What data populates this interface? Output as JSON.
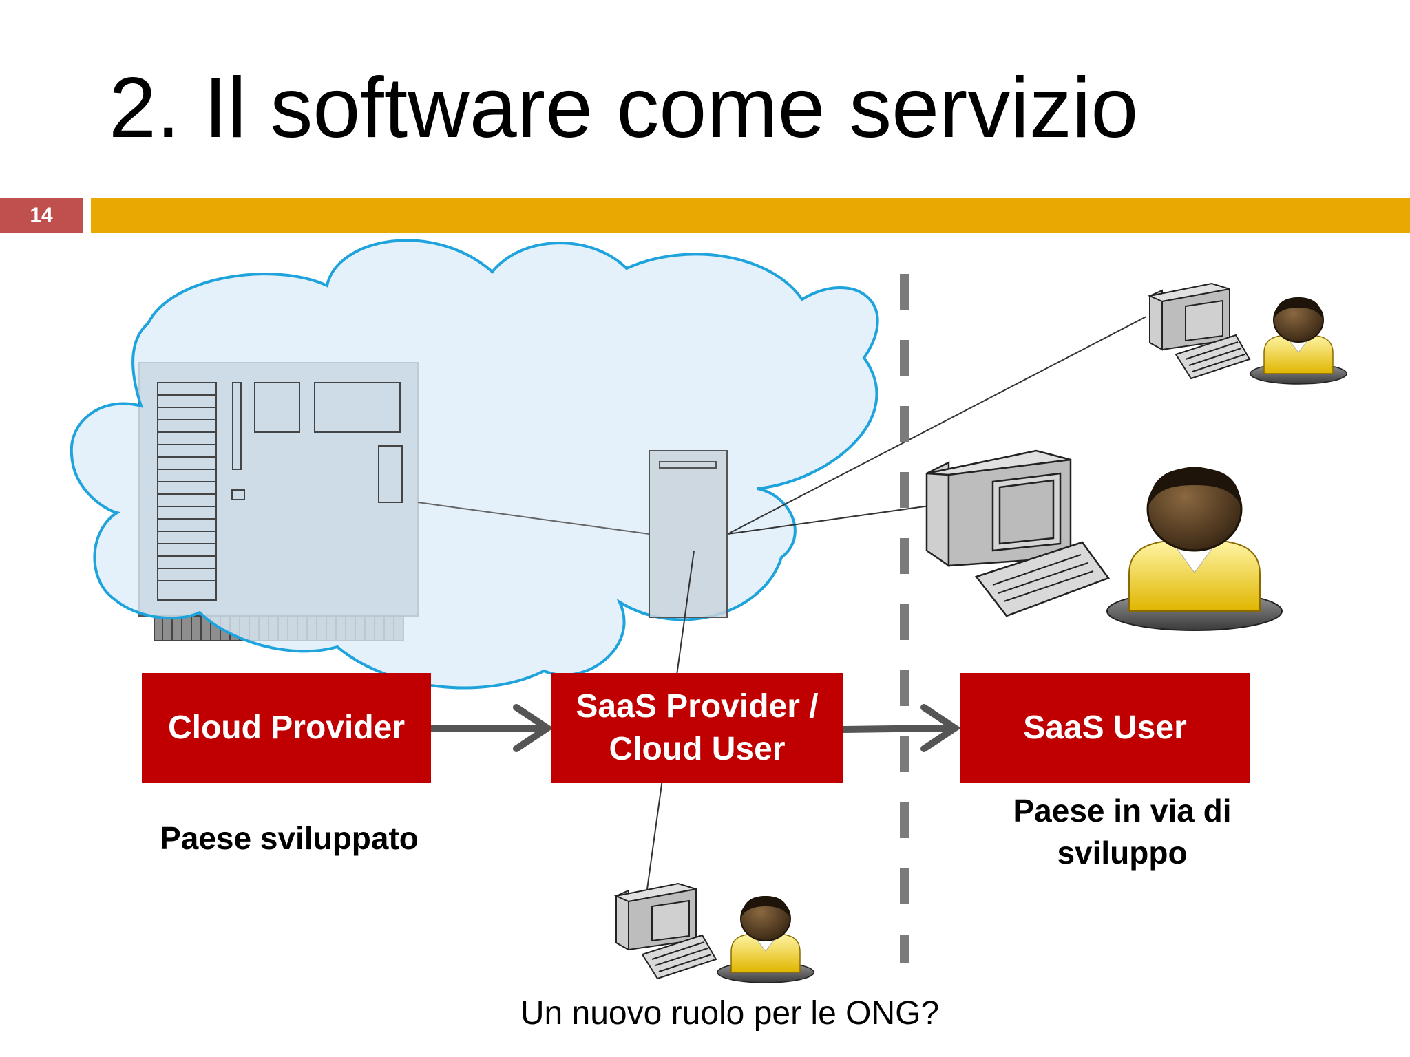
{
  "slide": {
    "title": "2. Il software come servizio",
    "number": "14"
  },
  "diagram": {
    "boxes": {
      "cloud_provider": "Cloud Provider",
      "saas_provider_line1": "SaaS Provider /",
      "saas_provider_line2": "Cloud User",
      "saas_user": "SaaS User"
    },
    "labels": {
      "developed_country": "Paese sviluppato",
      "developing_country_line1": "Paese in via di",
      "developing_country_line2": "sviluppo",
      "question": "Un nuovo ruolo per le ONG?"
    },
    "icons": [
      "cloud-icon",
      "rack-server-icon",
      "tower-server-icon",
      "desktop-computer-icon",
      "user-icon"
    ],
    "colors": {
      "box_fill": "#c00000",
      "accent_band": "#eaa901",
      "slide_number_fill": "#c0504d",
      "cloud_stroke": "#1ea3dc",
      "cloud_fill": "#dcecf8"
    }
  }
}
